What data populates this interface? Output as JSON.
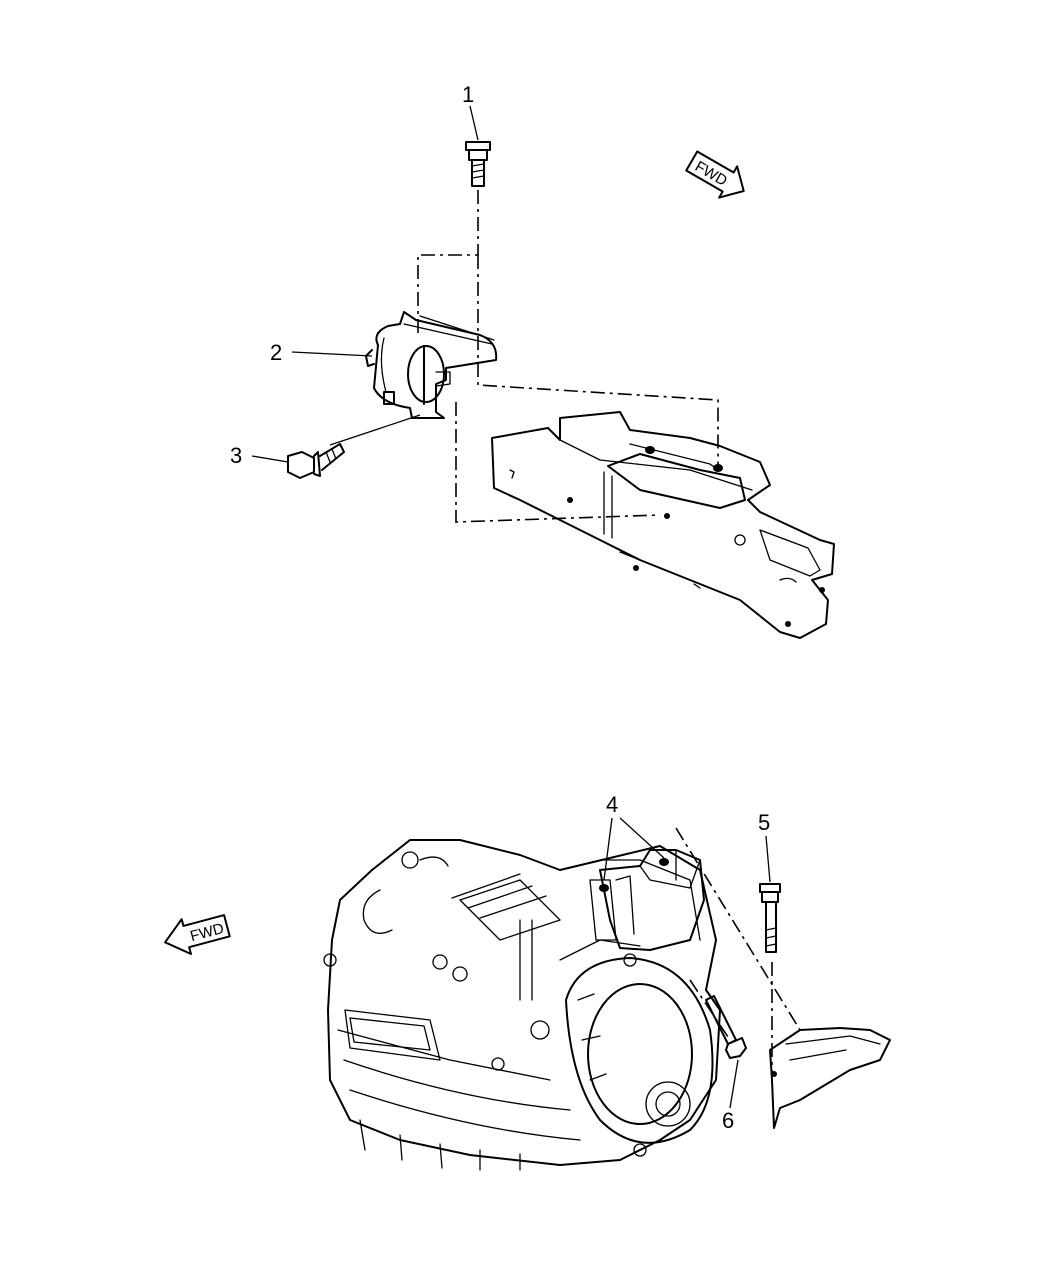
{
  "callouts": [
    "1",
    "2",
    "3",
    "4",
    "5",
    "6"
  ],
  "fwd_labels": [
    "FWD",
    "FWD"
  ]
}
